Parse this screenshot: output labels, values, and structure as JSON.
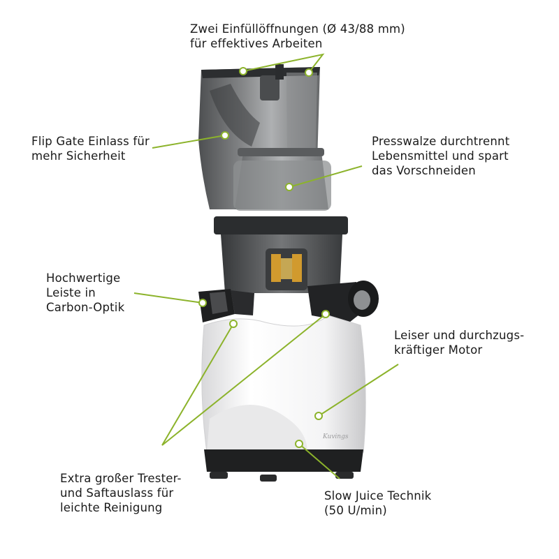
{
  "accent_color": "#8cb32b",
  "product_logo_text": "Kuvings",
  "callouts": [
    {
      "id": "feed-openings",
      "lines": [
        "Zwei Einfüllöffnungen (Ø 43/88 mm)",
        "für effektives Arbeiten"
      ]
    },
    {
      "id": "flip-gate",
      "lines": [
        "Flip Gate Einlass für",
        "mehr Sicherheit"
      ]
    },
    {
      "id": "press-screw",
      "lines": [
        "Presswalze durchtrennt",
        "Lebensmittel und spart",
        "das Vorschneiden"
      ]
    },
    {
      "id": "carbon-strip",
      "lines": [
        "Hochwertige",
        "Leiste in",
        "Carbon-Optik"
      ]
    },
    {
      "id": "motor",
      "lines": [
        "Leiser und durchzugs-",
        "kräftiger Motor"
      ]
    },
    {
      "id": "outlets",
      "lines": [
        "Extra großer Trester-",
        "und Saftauslass für",
        "leichte Reinigung"
      ]
    },
    {
      "id": "slow-juice",
      "lines": [
        "Slow Juice Technik",
        "(50 U/min)"
      ]
    }
  ]
}
